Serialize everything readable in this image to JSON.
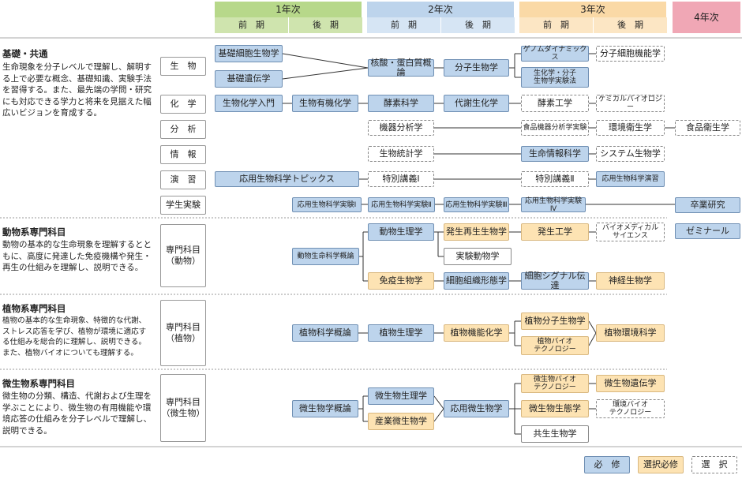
{
  "header": {
    "years": [
      "1年次",
      "2年次",
      "3年次",
      "4年次"
    ],
    "first_half": "前　期",
    "second_half": "後　期"
  },
  "colors": {
    "year1": "#b7d88a",
    "year2": "#bdd4ec",
    "year3": "#fad9a6",
    "year4": "#f0a7b5",
    "required": "#bdd4ec",
    "elective_required": "#fde3b3"
  },
  "sections": {
    "basic": {
      "title": "基礎・共通",
      "desc": "生命現象を分子レベルで理解し、解明する上で必要な概念、基礎知識、実験手法を習得する。また、最先端の学問・研究にも対応できる学力と将来を見据えた幅広いビジョンを育成する。"
    },
    "animal": {
      "title": "動物系専門科目",
      "desc": "動物の基本的な生命現象を理解するとともに、高度に発達した免疫機構や発生・再生の仕組みを理解し、説明できる。"
    },
    "plant": {
      "title": "植物系専門科目",
      "desc": "植物の基本的な生命現象、特徴的な代謝、ストレス応答を学び、植物が環境に適応する仕組みを総合的に理解し、説明できる。また、植物バイオについても理解する。"
    },
    "microbe": {
      "title": "微生物系専門科目",
      "desc": "微生物の分類、構造、代謝および生理を学ぶことにより、微生物の有用機能や環境応答の仕組みを分子レベルで理解し、説明できる。"
    }
  },
  "categories": {
    "biology": "生　物",
    "chemistry": "化　学",
    "analysis": "分　析",
    "info": "情　報",
    "exercise": "演　習",
    "experiment": "学生実験",
    "animal": "専門科目\n（動物）",
    "plant": "専門科目\n（植物）",
    "microbe": "専門科目\n（微生物）"
  },
  "courses": {
    "c1": "基礎細胞生物学",
    "c2": "基礎遺伝学",
    "c3": "核酸・蛋白質概論",
    "c4": "分子生物学",
    "c5": "ゲノムダイナミックス",
    "c6": "分子細胞機能学",
    "c7": "生化学・分子\n生物学実験法",
    "c8": "生物化学入門",
    "c9": "生物有機化学",
    "c10": "酵素科学",
    "c11": "代謝生化学",
    "c12": "酵素工学",
    "c13": "ケミカルバイオロジー",
    "c14": "機器分析学",
    "c15": "食品機器分析学実験",
    "c16": "環境衛生学",
    "c17": "食品衛生学",
    "c18": "生物統計学",
    "c19": "生命情報科学",
    "c20": "システム生物学",
    "c21": "応用生物科学トピックス",
    "c22": "特別講義Ⅰ",
    "c23": "特別講義Ⅱ",
    "c24": "応用生物科学演習",
    "c25": "応用生物科学実験Ⅰ",
    "c26": "応用生物科学実験Ⅱ",
    "c27": "応用生物科学実験Ⅲ",
    "c28": "応用生物科学実験Ⅳ",
    "c29": "卒業研究",
    "c30": "ゼミナール",
    "c31": "動物生命科学概論",
    "c32": "動物生理学",
    "c33": "発生再生生物学",
    "c34": "発生工学",
    "c35": "バイオメディカル\nサイエンス",
    "c36": "実験動物学",
    "c37": "免疫生物学",
    "c38": "細胞組織形態学",
    "c39": "細胞シグナル伝達",
    "c40": "神経生物学",
    "c41": "植物科学概論",
    "c42": "植物生理学",
    "c43": "植物機能化学",
    "c44": "植物分子生物学",
    "c45": "植物バイオ\nテクノロジー",
    "c46": "植物環境科学",
    "c47": "微生物学概論",
    "c48": "微生物生理学",
    "c49": "産業微生物学",
    "c50": "応用微生物学",
    "c51": "微生物バイオ\nテクノロジー",
    "c52": "微生物遺伝学",
    "c53": "微生物生態学",
    "c54": "環境バイオ\nテクノロジー",
    "c55": "共生生物学"
  },
  "legend": {
    "required": "必　修",
    "elective_required": "選択必修",
    "elective": "選　択"
  }
}
